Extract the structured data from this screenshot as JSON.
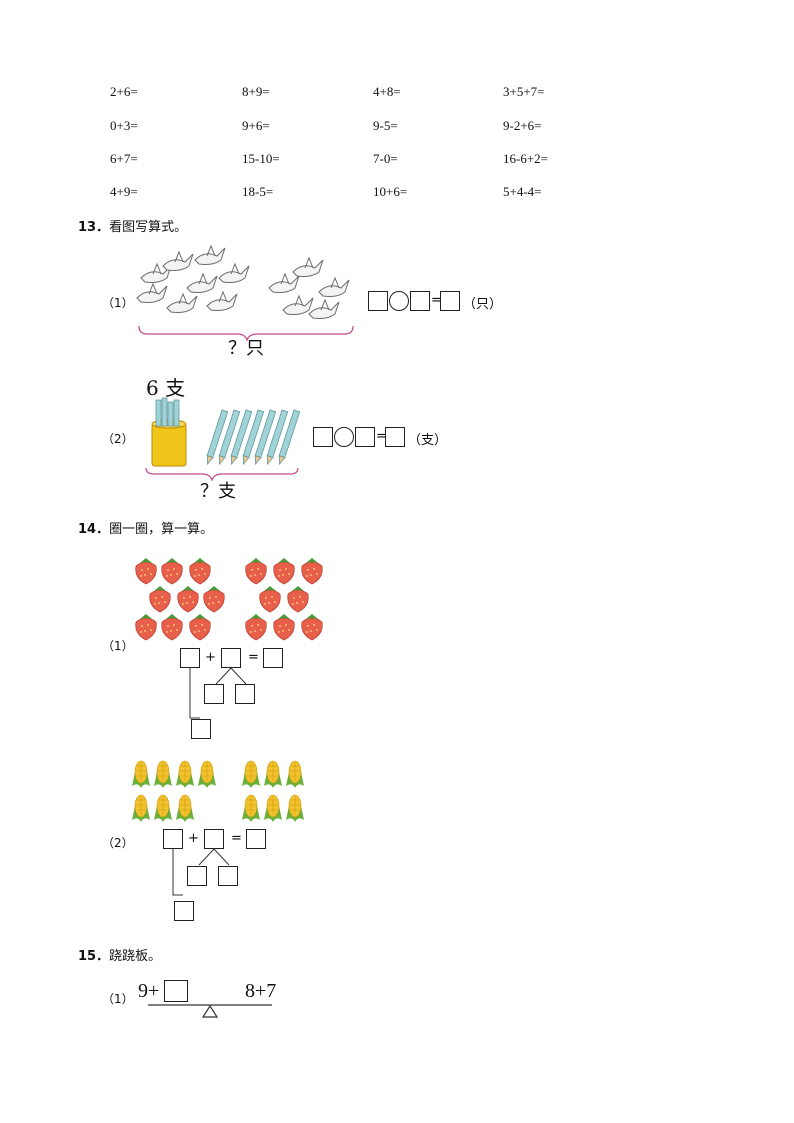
{
  "calc_rows": [
    [
      "2+6=",
      "8+9=",
      "4+8=",
      "3+5+7="
    ],
    [
      "0+3=",
      "9+6=",
      "9-5=",
      "9-2+6="
    ],
    [
      "6+7=",
      "15-10=",
      "7-0=",
      "16-6+2="
    ],
    [
      "4+9=",
      "18-5=",
      "10+6=",
      "5+4-4="
    ]
  ],
  "q13": {
    "number": "13",
    "title": "看图写算式。",
    "part1": {
      "label": "（1）",
      "unit": "（只）",
      "question": "？只",
      "equals": "="
    },
    "part2": {
      "label": "（2）",
      "unit": "（支）",
      "question": "？支",
      "given": "6 支",
      "equals": "="
    }
  },
  "q14": {
    "number": "14",
    "title": "圈一圈，算一算。",
    "part1": {
      "label": "（1）",
      "plus": "+",
      "equals": "="
    },
    "part2": {
      "label": "（2）",
      "plus": "+",
      "equals": "="
    }
  },
  "q15": {
    "number": "15",
    "title": "跷跷板。",
    "part1": {
      "label": "（1）",
      "left": "9+",
      "right": "8+7"
    }
  },
  "colors": {
    "strawberry": "#e8604c",
    "corn": "#f2c230",
    "pencil": "#9fd3d8",
    "brace": "#c24a8c",
    "cup": "#f0c419"
  }
}
